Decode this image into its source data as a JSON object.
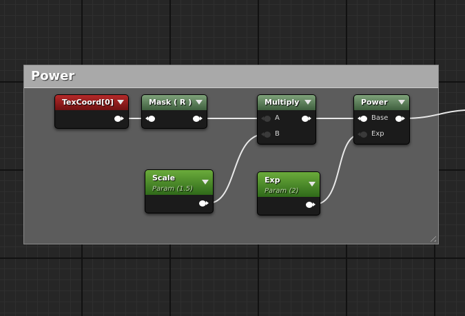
{
  "comment": {
    "title": "Power"
  },
  "nodes": {
    "texcoord": {
      "title": "TexCoord[0]"
    },
    "mask": {
      "title": "Mask ( R )"
    },
    "multiply": {
      "title": "Multiply",
      "pins": [
        "A",
        "B"
      ]
    },
    "power": {
      "title": "Power",
      "pins": [
        "Base",
        "Exp"
      ]
    },
    "scale": {
      "title": "Scale",
      "subtitle": "Param (1.5)"
    },
    "exp": {
      "title": "Exp",
      "subtitle": "Param (2)"
    }
  },
  "colors": {
    "constant_header": "#b52a2a",
    "function_header": "#6f8f6b",
    "param_header": "#5a9a30",
    "wire": "#e9e9e9"
  }
}
